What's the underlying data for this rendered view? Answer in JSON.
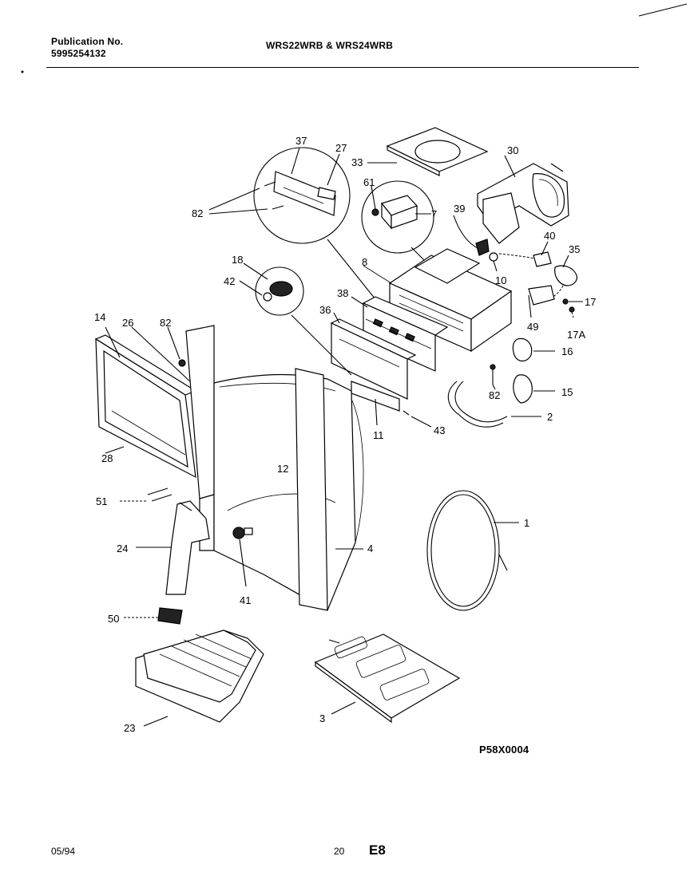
{
  "header": {
    "publication_label": "Publication No.",
    "publication_number": "5995254132",
    "model_title": "WRS22WRB & WRS24WRB"
  },
  "diagram": {
    "drawing_code": "P58X0004",
    "callouts": [
      "37",
      "27",
      "33",
      "30",
      "61",
      "7",
      "39",
      "82",
      "18",
      "42",
      "8",
      "40",
      "35",
      "10",
      "38",
      "36",
      "17",
      "49",
      "17A",
      "14",
      "26",
      "82",
      "16",
      "82",
      "15",
      "2",
      "43",
      "11",
      "12",
      "28",
      "51",
      "1",
      "24",
      "4",
      "41",
      "50",
      "23",
      "3"
    ]
  },
  "footer": {
    "date": "05/94",
    "page_number": "20",
    "section": "E8"
  }
}
